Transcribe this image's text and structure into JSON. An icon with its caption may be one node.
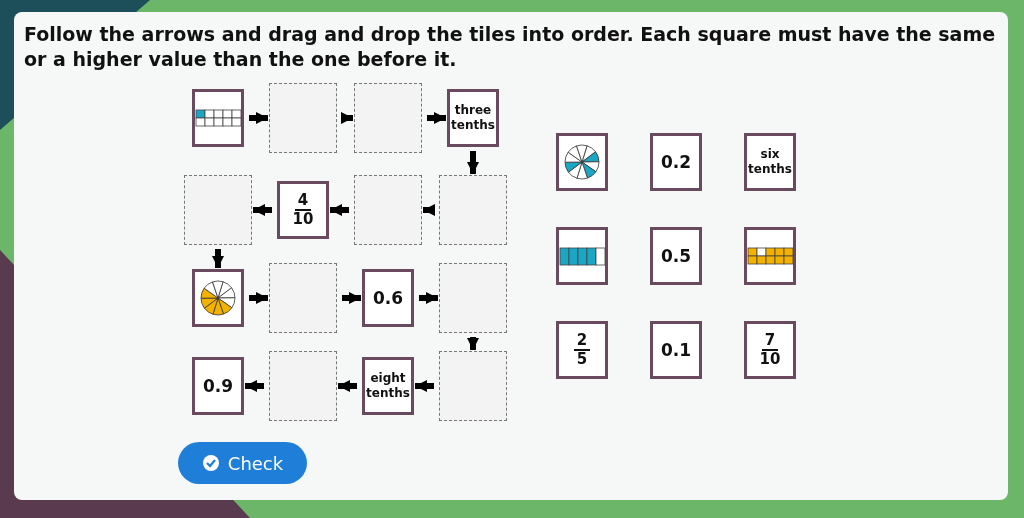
{
  "diagram": {
    "title": "Follow the arrows and drag and drop the tiles into order. Each square must have the same or a higher value than the one before it.",
    "nodes": [
      {
        "text": [],
        "shape": "picture"
      },
      {
        "text": [],
        "shape": "box"
      },
      {
        "text": [],
        "shape": "box"
      },
      {
        "text": [
          "three tenths"
        ]
      },
      {
        "text": [],
        "shape": "box"
      },
      {
        "text": [
          "4",
          "10"
        ]
      },
      {
        "text": [],
        "shape": "box"
      },
      {
        "text": [],
        "shape": "box"
      },
      {
        "text": [],
        "shape": "picture"
      },
      {
        "text": [],
        "shape": "box"
      },
      {
        "text": [
          "0.6"
        ]
      },
      {
        "text": [],
        "shape": "box"
      },
      {
        "text": [
          "0.9"
        ]
      },
      {
        "text": [],
        "shape": "box"
      },
      {
        "text": [
          "eight tenths"
        ]
      },
      {
        "text": [],
        "shape": "box"
      },
      {
        "text": [],
        "shape": "picture"
      },
      {
        "text": [
          "0.2"
        ]
      },
      {
        "text": [
          "six tenths"
        ]
      },
      {
        "text": [],
        "shape": "picture"
      },
      {
        "text": [
          "0.5"
        ]
      },
      {
        "text": [],
        "shape": "picture"
      },
      {
        "text": [
          "2",
          "5"
        ]
      },
      {
        "text": [
          "0.1"
        ]
      },
      {
        "text": [
          "7",
          "10"
        ]
      }
    ],
    "edges": [
      {
        "from": 0,
        "to": 1,
        "arrow": "to"
      },
      {
        "from": 1,
        "to": 2,
        "arrow": "to"
      },
      {
        "from": 2,
        "to": 3,
        "arrow": "to"
      },
      {
        "from": 3,
        "to": 7,
        "arrow": "to"
      },
      {
        "from": 7,
        "to": 6,
        "arrow": "to"
      },
      {
        "from": 6,
        "to": 5,
        "arrow": "to"
      },
      {
        "from": 5,
        "to": 4,
        "arrow": "to"
      },
      {
        "from": 4,
        "to": 8,
        "arrow": "to"
      },
      {
        "from": 8,
        "to": 9,
        "arrow": "to"
      },
      {
        "from": 9,
        "to": 10,
        "arrow": "to"
      },
      {
        "from": 10,
        "to": 11,
        "arrow": "to"
      },
      {
        "from": 11,
        "to": 15,
        "arrow": "to"
      },
      {
        "from": 15,
        "to": 14,
        "arrow": "to"
      },
      {
        "from": 14,
        "to": 13,
        "arrow": "to"
      },
      {
        "from": 13,
        "to": 12,
        "arrow": "to"
      }
    ],
    "labels": [
      "Check"
    ]
  }
}
